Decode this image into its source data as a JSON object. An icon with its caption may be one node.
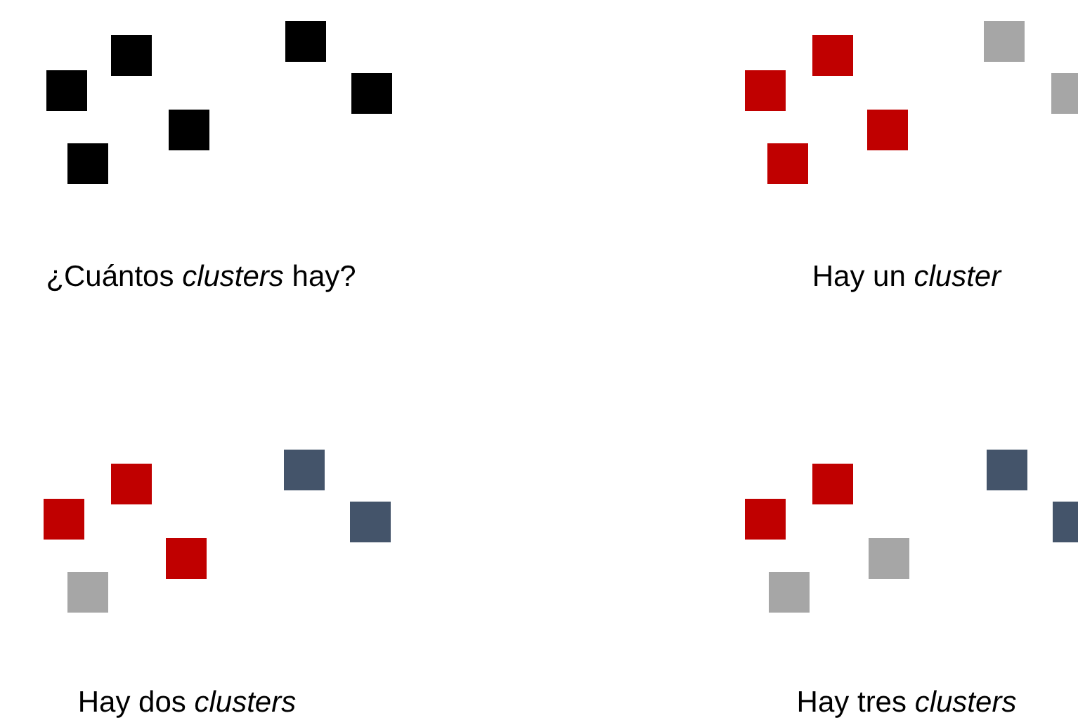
{
  "diagram": {
    "labels": [
      "¿Cuántos *clusters* hay?",
      "Hay un *cluster*",
      "Hay dos *clusters*",
      "Hay tres *clusters*"
    ]
  }
}
